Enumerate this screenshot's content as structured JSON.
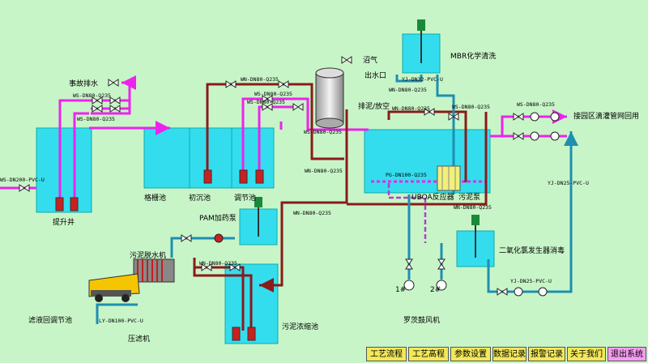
{
  "colors": {
    "background": "#c8f5c8",
    "tank_water": "#33ddee",
    "sludge_pipe": "#8b1a1a",
    "water_pipe": "#ee22ee",
    "clean_pipe": "#1e8fb0",
    "pump_red": "#cc2020",
    "nav_button": "#f2e85a",
    "nav_exit": "#f59cf0"
  },
  "labels": {
    "emergency_drain": "事故排水",
    "lift_well": "提升井",
    "grille_tank": "格栅池",
    "primary_settling": "初沉池",
    "regulating_tank": "调节池",
    "biogas": "沼气",
    "water_outlet": "出水口",
    "sludge_vent": "排泥/放空",
    "mbr_cleaning": "MBR化学清洗",
    "uboa_reactor": "UBOA反应器",
    "sludge_pump": "污泥泵",
    "to_irrigation": "接园区滴灌管网回用",
    "pam_pump": "PAM加药泵",
    "sludge_dewatering": "污泥脱水机",
    "filtrate_return": "滤液回调节池",
    "filter_press": "压滤机",
    "sludge_thickener": "污泥浓缩池",
    "roots_blower": "罗茨鼓风机",
    "blower_1": "1#",
    "blower_2": "2#",
    "chlorine_dioxide": "二氧化氯发生器消毒"
  },
  "pipe_tags": {
    "ws_dn80_top": "WS-DN80-Q235",
    "ws_dn80_mid": "WS-DN80-Q235",
    "ws_dn200": "WS-DN200-PVC-U",
    "wn_dn80_top": "WN-DN80-Q235",
    "ws_dn80_reg": "WS-DN80-Q235",
    "ws_dn80_reg2": "WS-DN80-Q235",
    "yj_dn32": "YJ-DN32-PVC-U",
    "wn_dn80_b": "WN-DN80-Q235",
    "wn_dn80_c": "WN-DN80-Q235",
    "ws_dn80_out": "WS-DN80-Q235",
    "ws_dn80_out2": "WS-DN80-Q235",
    "ws_dn80_d": "WS-DN80-Q235",
    "wn_dn80_d": "WN-DN80-Q235",
    "pg_dn100": "PG-DN100-Q235",
    "wn_dn80_e": "WN-DN80-Q235",
    "wn_dn80_f": "WN-DN80-Q235",
    "yj_dn25": "YJ-DN25-PVC-U",
    "yj_dn25_b": "YJ-DN25-PVC-U",
    "wn_dn80_g": "WN-DN80-Q235",
    "ly_dn100": "LY-DN100-PVC-U"
  },
  "nav": [
    {
      "label": "工艺流程"
    },
    {
      "label": "工艺高程"
    },
    {
      "label": "参数设置"
    },
    {
      "label": "数据记录"
    },
    {
      "label": "报警记录"
    },
    {
      "label": "关于我们"
    },
    {
      "label": "退出系统"
    }
  ]
}
